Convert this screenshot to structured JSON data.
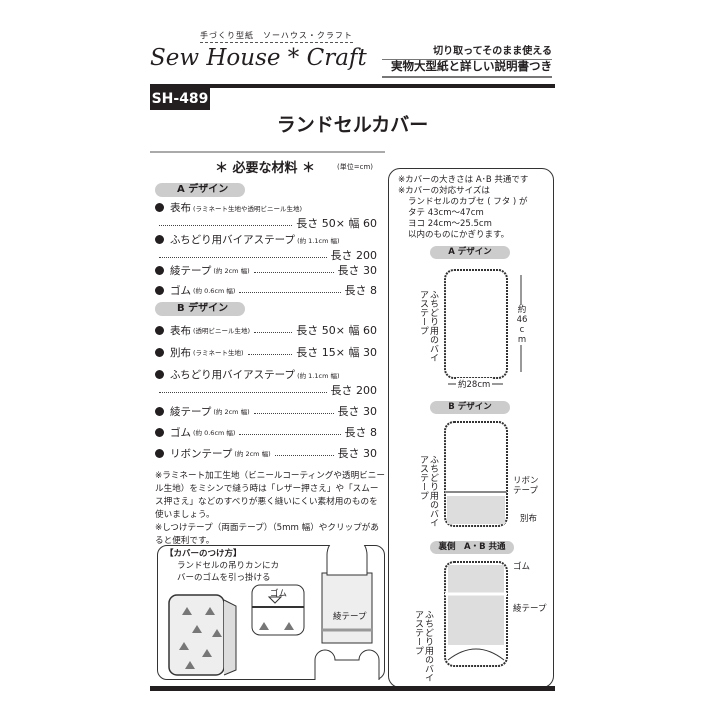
{
  "header": {
    "brand_sub": "手づくり型紙　ソーハウス・クラフト",
    "brand": "Sew House * Craft",
    "tagline1": "切り取ってそのまま使える",
    "tagline2": "実物大型紙と詳しい説明書つき",
    "code": "SH-489",
    "title": "ランドセルカバー"
  },
  "materials": {
    "title": "＊ 必要な材料 ＊",
    "unit": "(単位=cm)",
    "a": {
      "label": "A デザイン",
      "items": [
        {
          "name": "表布",
          "note": "(ラミネート生地や透明ビニール生地)",
          "value": "長さ 50× 幅 60"
        },
        {
          "name": "ふちどり用バイアステープ",
          "note": "(約 1.1cm 幅)",
          "value": "長さ 200"
        },
        {
          "name": "綾テープ",
          "note": "(約 2cm 幅)",
          "value": "長さ 30"
        },
        {
          "name": "ゴム",
          "note": "(約 0.6cm 幅)",
          "value": "長さ 8"
        }
      ]
    },
    "b": {
      "label": "B デザイン",
      "items": [
        {
          "name": "表布",
          "note": "(透明ビニール生地)",
          "value": "長さ 50× 幅 60"
        },
        {
          "name": "別布",
          "note": "(ラミネート生地)",
          "value": "長さ 15× 幅 30"
        },
        {
          "name": "ふちどり用バイアステープ",
          "note": "(約 1.1cm 幅)",
          "value": "長さ 200"
        },
        {
          "name": "綾テープ",
          "note": "(約 2cm 幅)",
          "value": "長さ 30"
        },
        {
          "name": "ゴム",
          "note": "(約 0.6cm 幅)",
          "value": "長さ 8"
        },
        {
          "name": "リボンテープ",
          "note": "(約 2cm 幅)",
          "value": "長さ 30"
        }
      ]
    }
  },
  "notes": [
    "※ラミネート加工生地（ビニールコーティングや透明ビニール生地）をミシンで縫う時は「レザー押さえ」や「スムース押さえ」などのすべりが悪く縫いにくい素材用のものを使いましょう。",
    "※しつけテープ（両面テープ）（5mm 幅）やクリップがあると便利です。"
  ],
  "attach": {
    "title": "【カバーのつけ方】",
    "instruction": "ランドセルの吊りカンにカバーのゴムを引っ掛ける",
    "gomu": "ゴム",
    "aya": "綾テープ"
  },
  "right": {
    "note1": "※カバーの大きさは A･B 共通です",
    "note2": "※カバーの対応サイズは",
    "note3": "ランドセルのカブセ ( フタ ) が",
    "note4": "タテ 43cm〜47cm",
    "note5": "ヨコ 24cm〜25.5cm",
    "note6": "以内のものにかぎります。",
    "a_label": "A デザイン",
    "bias": "ふちどり用のバイアステープ",
    "height": "約46cm",
    "width": "約28cm",
    "b_label": "B デザイン",
    "ribbon": "リボンテープ",
    "betsu": "別布",
    "back_label": "裏側　A・B 共通",
    "gomu": "ゴム",
    "aya": "綾テープ"
  }
}
